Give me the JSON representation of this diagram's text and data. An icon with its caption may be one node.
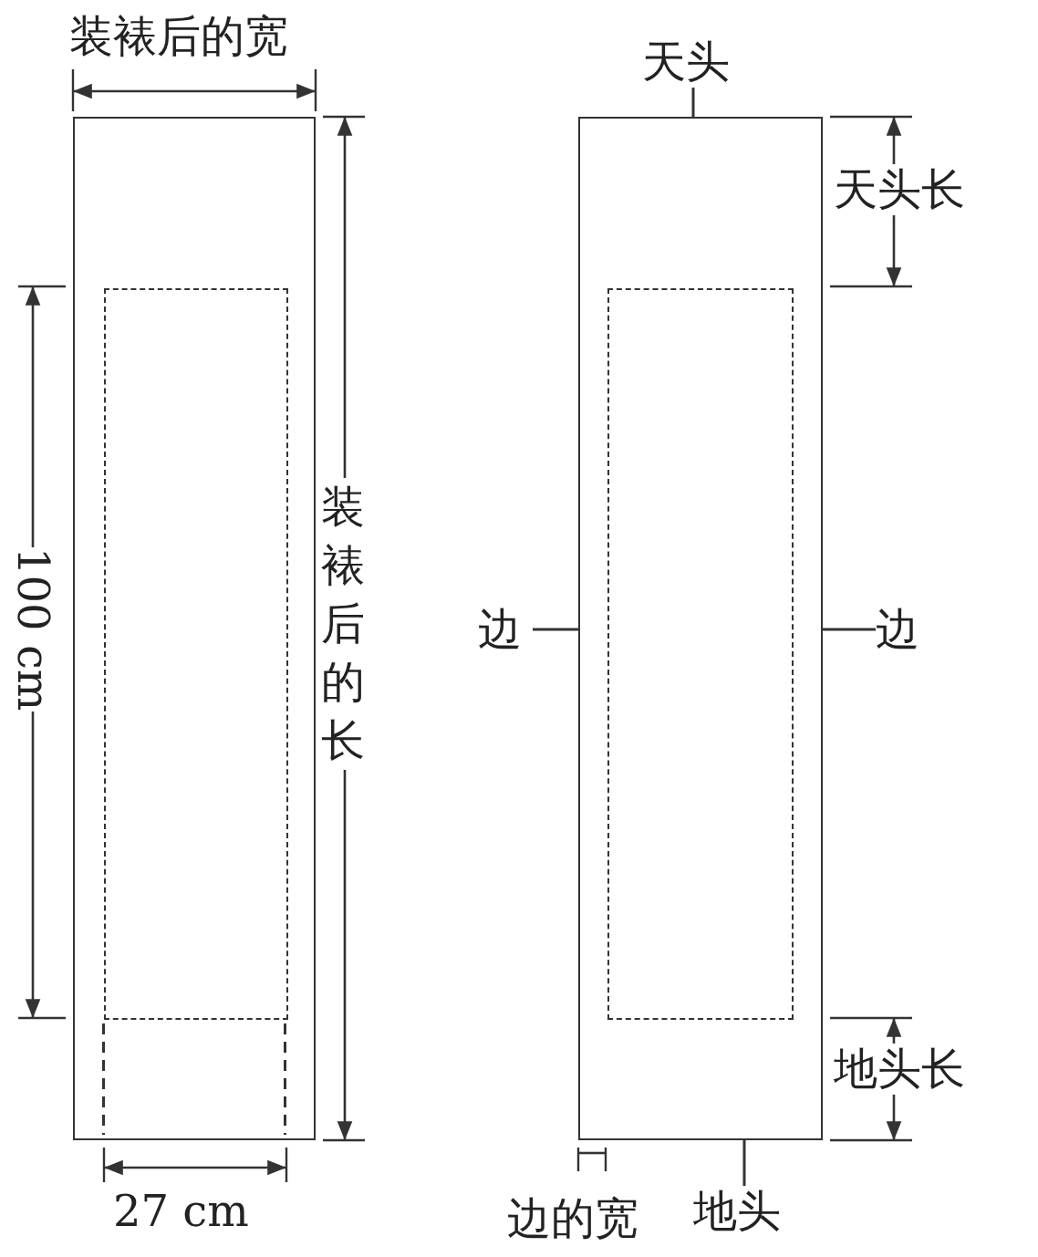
{
  "diagram": {
    "nodes": [
      {
        "text": [],
        "shape": "box"
      },
      {
        "text": [],
        "shape": "box",
        "in": 0
      },
      {
        "text": [],
        "shape": "box"
      },
      {
        "text": [],
        "shape": "box",
        "in": 2
      },
      {
        "text": [
          "天头"
        ]
      },
      {
        "text": [
          "边"
        ]
      },
      {
        "text": [
          "边"
        ]
      },
      {
        "text": [
          "地头"
        ]
      }
    ],
    "edges": [
      {
        "from": 4,
        "to": 2,
        "arrow": "none"
      },
      {
        "from": 5,
        "to": 2,
        "arrow": "none"
      },
      {
        "from": 6,
        "to": 2,
        "arrow": "none"
      },
      {
        "from": 7,
        "to": 2,
        "arrow": "none"
      }
    ],
    "labels": [
      "装裱后的宽",
      "100 cm",
      "装裱后的长",
      "27 cm",
      "天头长",
      "地头长",
      "边的宽"
    ]
  }
}
